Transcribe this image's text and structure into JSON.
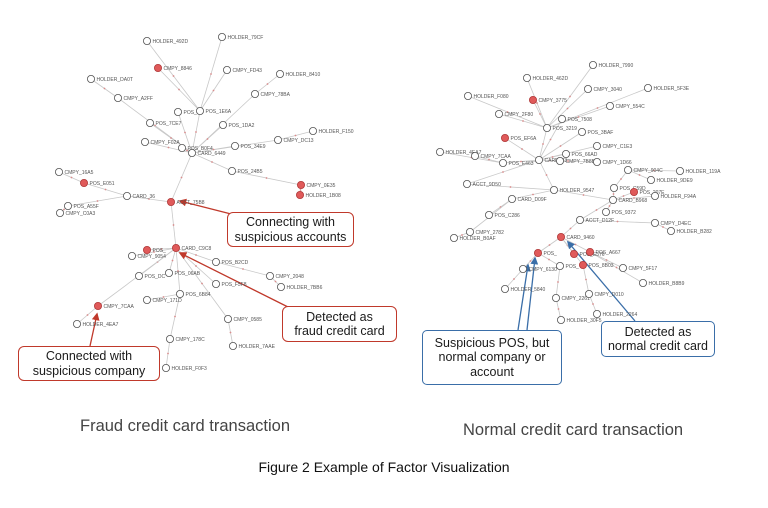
{
  "left_graph": {
    "nodes": [
      {
        "label": "HOLDER_492D",
        "fraud": false
      },
      {
        "label": "HOLDER_79CF",
        "fraud": false
      },
      {
        "label": "CMPY_8846",
        "fraud": true
      },
      {
        "label": "CMPY_FD43",
        "fraud": false
      },
      {
        "label": "HOLDER_8410",
        "fraud": false
      },
      {
        "label": "HOLDER_DA0T",
        "fraud": false
      },
      {
        "label": "CMPY_A2FF",
        "fraud": false
      },
      {
        "label": "CMPY_78BA",
        "fraud": false
      },
      {
        "label": "POS_1E6A",
        "fraud": false
      },
      {
        "label": "POS_",
        "fraud": false
      },
      {
        "label": "POS_7CE7",
        "fraud": false
      },
      {
        "label": "POS_1DA2",
        "fraud": false
      },
      {
        "label": "CMPY_F02A",
        "fraud": false
      },
      {
        "label": "POS_B0F4",
        "fraud": false
      },
      {
        "label": "CMPY_DC13",
        "fraud": false
      },
      {
        "label": "HOLDER_F150",
        "fraud": false
      },
      {
        "label": "CARD_6449",
        "fraud": false
      },
      {
        "label": "POS_34E9",
        "fraud": false
      },
      {
        "label": "CMPY_16A5",
        "fraud": false
      },
      {
        "label": "POS_E051",
        "fraud": true
      },
      {
        "label": "POS_24B5",
        "fraud": false
      },
      {
        "label": "CMPY_0E35",
        "fraud": true
      },
      {
        "label": "HOLDER_1B08",
        "fraud": true
      },
      {
        "label": "CARD_36",
        "fraud": false
      },
      {
        "label": "ACCT_75B8",
        "fraud": true
      },
      {
        "label": "POS_A55F",
        "fraud": false
      },
      {
        "label": "CMPY_C0A3",
        "fraud": false
      },
      {
        "label": "CARD_C9C8",
        "fraud": true
      },
      {
        "label": "POS_",
        "fraud": true
      },
      {
        "label": "CMPY_9054",
        "fraud": false
      },
      {
        "label": "POS_B2CD",
        "fraud": false
      },
      {
        "label": "POS_DC",
        "fraud": false
      },
      {
        "label": "POS_06AB",
        "fraud": false
      },
      {
        "label": "CMPY_2048",
        "fraud": false
      },
      {
        "label": "HOLDER_7BB6",
        "fraud": false
      },
      {
        "label": "POS_F5F8",
        "fraud": false
      },
      {
        "label": "POS_6B84",
        "fraud": false
      },
      {
        "label": "CMPY_171D",
        "fraud": false
      },
      {
        "label": "CMPY_7CAA",
        "fraud": true
      },
      {
        "label": "CMPY_0585",
        "fraud": false
      },
      {
        "label": "HOLDER_4EA7",
        "fraud": false
      },
      {
        "label": "CMPY_178C",
        "fraud": false
      },
      {
        "label": "HOLDER_7AAE",
        "fraud": false
      },
      {
        "label": "HOLDER_F0F3",
        "fraud": false
      }
    ]
  },
  "right_graph": {
    "nodes": [
      {
        "label": "HOLDER_7990",
        "fraud": false
      },
      {
        "label": "HOLDER_462D",
        "fraud": false
      },
      {
        "label": "CMPY_3040",
        "fraud": false
      },
      {
        "label": "HOLDER_5F3E",
        "fraud": false
      },
      {
        "label": "HOLDER_F080",
        "fraud": false
      },
      {
        "label": "CMPY_3775",
        "fraud": true
      },
      {
        "label": "CMPY_2F80",
        "fraud": false
      },
      {
        "label": "CMPY_554C",
        "fraud": false
      },
      {
        "label": "POS_7508",
        "fraud": false
      },
      {
        "label": "POS_3219",
        "fraud": false
      },
      {
        "label": "POS_EF6A",
        "fraud": true
      },
      {
        "label": "POS_3BAF",
        "fraud": false
      },
      {
        "label": "CMPY_C1E3",
        "fraud": false
      },
      {
        "label": "HOLDER_4EA7",
        "fraud": false
      },
      {
        "label": "CMPY_7CAA",
        "fraud": false
      },
      {
        "label": "POS_66AD",
        "fraud": false
      },
      {
        "label": "POS_E463",
        "fraud": false
      },
      {
        "label": "CARD_83",
        "fraud": false
      },
      {
        "label": "CMPY_7B8B",
        "fraud": false
      },
      {
        "label": "CMPY_1D66",
        "fraud": false
      },
      {
        "label": "CMPY_904C",
        "fraud": false
      },
      {
        "label": "HOLDER_119A",
        "fraud": false
      },
      {
        "label": "HOLDER_9DE9",
        "fraud": false
      },
      {
        "label": "ACCT_9D50",
        "fraud": false
      },
      {
        "label": "HOLDER_9547",
        "fraud": false
      },
      {
        "label": "POS_C59D",
        "fraud": false
      },
      {
        "label": "POS_207E",
        "fraud": true
      },
      {
        "label": "CARD_B968",
        "fraud": false
      },
      {
        "label": "HOLDER_F94A",
        "fraud": false
      },
      {
        "label": "CARD_D09F",
        "fraud": false
      },
      {
        "label": "POS_C286",
        "fraud": false
      },
      {
        "label": "POS_9372",
        "fraud": false
      },
      {
        "label": "CMPY_2782",
        "fraud": false
      },
      {
        "label": "ACCT_D12F",
        "fraud": false
      },
      {
        "label": "CMPY_D4EC",
        "fraud": false
      },
      {
        "label": "HOLDER_B0AF",
        "fraud": false
      },
      {
        "label": "HOLDER_B282",
        "fraud": false
      },
      {
        "label": "CARD_9460",
        "fraud": true
      },
      {
        "label": "POS_",
        "fraud": true
      },
      {
        "label": "POS_E376",
        "fraud": true
      },
      {
        "label": "POS_A667",
        "fraud": true
      },
      {
        "label": "POS_8B03",
        "fraud": true
      },
      {
        "label": "CMPY_6130",
        "fraud": false
      },
      {
        "label": "POS_",
        "fraud": false
      },
      {
        "label": "CMPY_5F17",
        "fraud": false
      },
      {
        "label": "HOLDER_5840",
        "fraud": false
      },
      {
        "label": "HOLDER_B8B9",
        "fraud": false
      },
      {
        "label": "CMPY_2261",
        "fraud": false
      },
      {
        "label": "CMPY_D010",
        "fraud": false
      },
      {
        "label": "HOLDER_30F5",
        "fraud": false
      },
      {
        "label": "HOLDER_2264",
        "fraud": false
      }
    ]
  },
  "callouts": {
    "connecting_suspicious_accounts": "Connecting with\nsuspicious accounts",
    "detected_fraud_card": "Detected as\nfraud credit card",
    "connected_suspicious_company": "Connected with\nsuspicious company",
    "suspicious_pos_normal": "Suspicious POS, but\nnormal company or\naccount",
    "detected_normal_card": "Detected as\nnormal credit card"
  },
  "captions": {
    "left": "Fraud credit card transaction",
    "right": "Normal credit card transaction",
    "figure_title": "Figure 2 Example of Factor Visualization"
  },
  "colors": {
    "fraud_node": "#e05a5a",
    "normal_node": "#ffffff",
    "edge": "#c8c8c8",
    "red_callout": "#c0392b",
    "blue_callout": "#3a6ea8"
  }
}
